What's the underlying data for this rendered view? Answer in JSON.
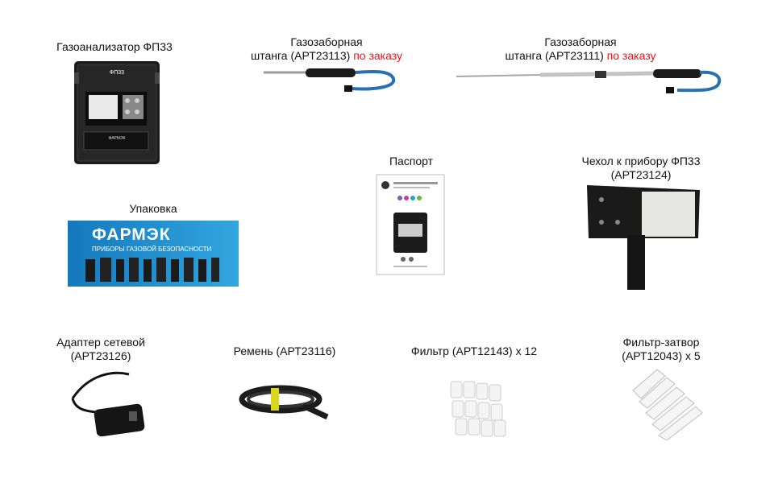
{
  "items": {
    "analyzer": {
      "label": "Газоанализатор ФП33",
      "screen_title": "ФП33",
      "brand": "ФАРМЭК"
    },
    "probe_short": {
      "line1": "Газозаборная",
      "line2": "штанга (АРТ23113)",
      "order": "по заказу"
    },
    "probe_long": {
      "line1": "Газозаборная",
      "line2": "штанга (АРТ23111)",
      "order": "по заказу"
    },
    "passport": {
      "label": "Паспорт"
    },
    "case": {
      "line1": "Чехол к прибору ФП33",
      "line2": "(АРТ23124)"
    },
    "packaging": {
      "label": "Упаковка",
      "brand": "ФАРМЭК",
      "slogan": "ПРИБОРЫ ГАЗОВОЙ БЕЗОПАСНОСТИ"
    },
    "adapter": {
      "line1": "Адаптер сетевой",
      "line2": "(АРТ23126)"
    },
    "strap": {
      "label": "Ремень (АРТ23116)"
    },
    "filter": {
      "label": "Фильтр (АРТ12143)  х 12"
    },
    "shutter_filter": {
      "line1": "Фильтр-затвор",
      "line2": "(АРТ12043) х 5"
    }
  },
  "colors": {
    "accent_red": "#e8141b",
    "hose_blue": "#2a6fb0",
    "banner_blue": "#1a86c8"
  }
}
